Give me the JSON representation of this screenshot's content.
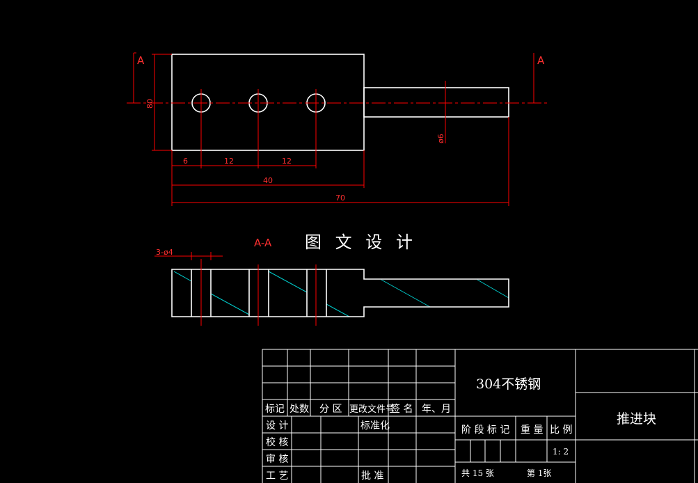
{
  "drawing": {
    "section_marker": "A",
    "section_label": "A-A",
    "title": "图 文 设 计",
    "dims": {
      "height": "80",
      "gap1": "6",
      "gap2": "12",
      "gap3": "12",
      "len40": "40",
      "len70": "70",
      "dia": "ø6",
      "holes": "3-ø4"
    }
  },
  "title_block": {
    "material": "304不锈钢",
    "part_name": "推进块",
    "labels": {
      "mark": "标记",
      "count": "处数",
      "zone": "分 区",
      "doc": "更改文件号",
      "sign": "签 名",
      "date": "年、月",
      "design": "设 计",
      "standard": "标准化",
      "check": "校 核",
      "review": "审 核",
      "process": "工 艺",
      "approve": "批 准",
      "stage": "阶 段 标 记",
      "weight": "重 量",
      "scale": "比 例",
      "scale_value": "1: 2",
      "total": "共  15  张",
      "sheet": "第  1张"
    }
  }
}
